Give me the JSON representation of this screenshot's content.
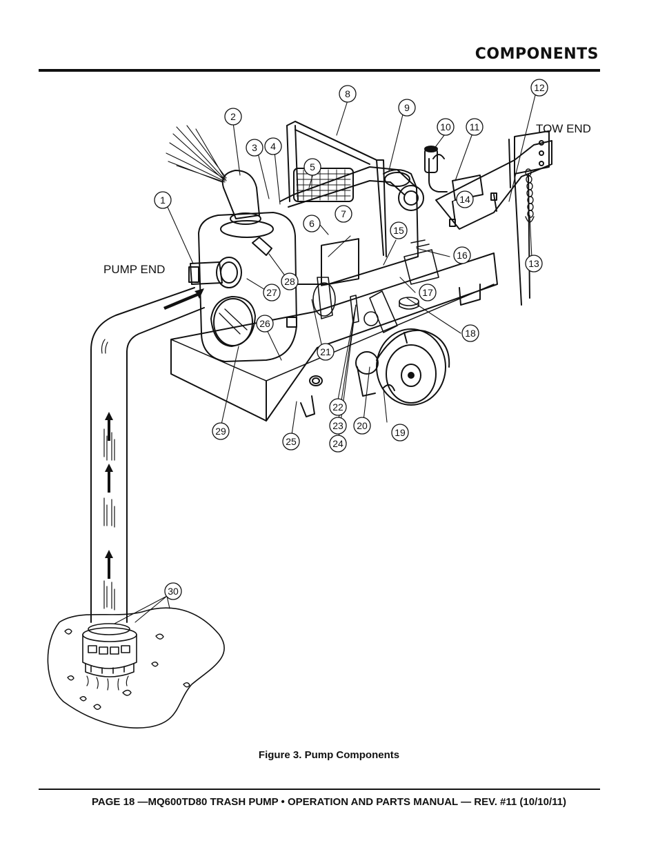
{
  "header": {
    "title": "COMPONENTS"
  },
  "figure": {
    "pump_end_label": "PUMP END",
    "tow_end_label": "TOW END",
    "callouts": [
      "1",
      "2",
      "3",
      "4",
      "5",
      "6",
      "7",
      "8",
      "9",
      "10",
      "11",
      "12",
      "13",
      "14",
      "15",
      "16",
      "17",
      "18",
      "19",
      "20",
      "21",
      "22",
      "23",
      "24",
      "25",
      "26",
      "27",
      "28",
      "29",
      "30"
    ],
    "caption": "Figure 3. Pump Components"
  },
  "footer": {
    "text": "PAGE 18 —MQ600TD80 TRASH PUMP • OPERATION AND PARTS MANUAL — REV. #11 (10/10/11)"
  }
}
